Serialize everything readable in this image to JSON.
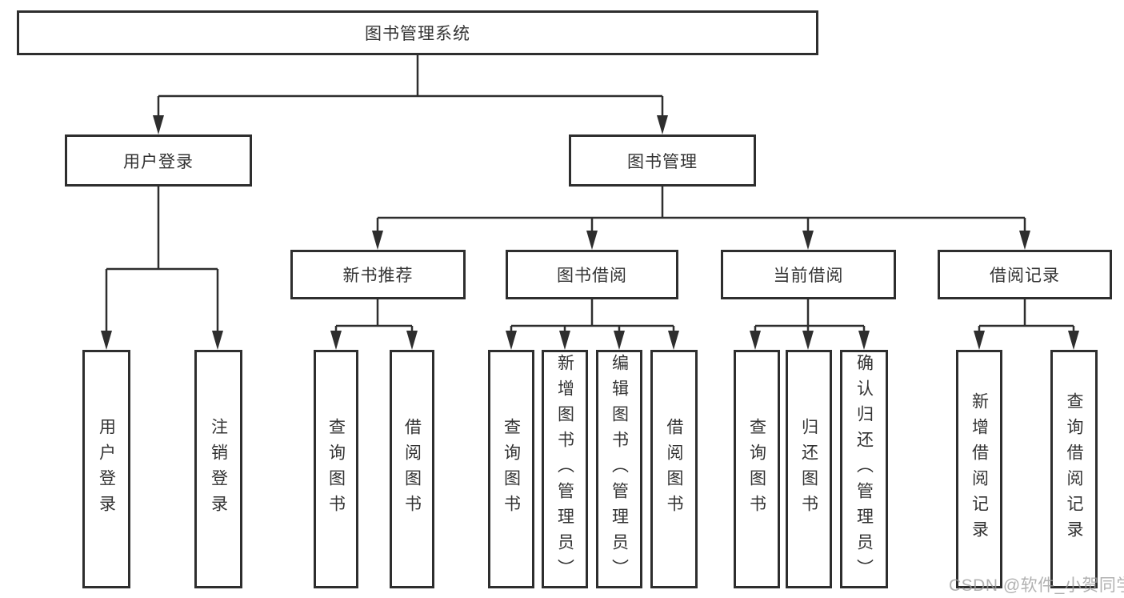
{
  "diagram": {
    "type": "hierarchy-tree",
    "root": {
      "label": "图书管理系统"
    },
    "level2": {
      "user_login": {
        "label": "用户登录"
      },
      "book_mgmt": {
        "label": "图书管理"
      }
    },
    "level3": {
      "new_book_rec": {
        "label": "新书推荐"
      },
      "book_borrow": {
        "label": "图书借阅"
      },
      "current_borrow": {
        "label": "当前借阅"
      },
      "borrow_records": {
        "label": "借阅记录"
      }
    },
    "leaves": {
      "user_login": [
        "用户登录",
        "注销登录"
      ],
      "new_book_rec": [
        "查询图书",
        "借阅图书"
      ],
      "book_borrow": [
        "查询图书",
        "新增图书（管理员）",
        "编辑图书（管理员）",
        "借阅图书"
      ],
      "current_borrow": [
        "查询图书",
        "归还图书",
        "确认归还（管理员）"
      ],
      "borrow_records": [
        "新增借阅记录",
        "查询借阅记录"
      ]
    }
  },
  "watermark": "CSDN @软件_小贺同学",
  "colors": {
    "line": "#2e2e2e",
    "border": "#2e2e2e",
    "text": "#333333",
    "background": "#ffffff",
    "watermark": "#9e9e9e"
  }
}
